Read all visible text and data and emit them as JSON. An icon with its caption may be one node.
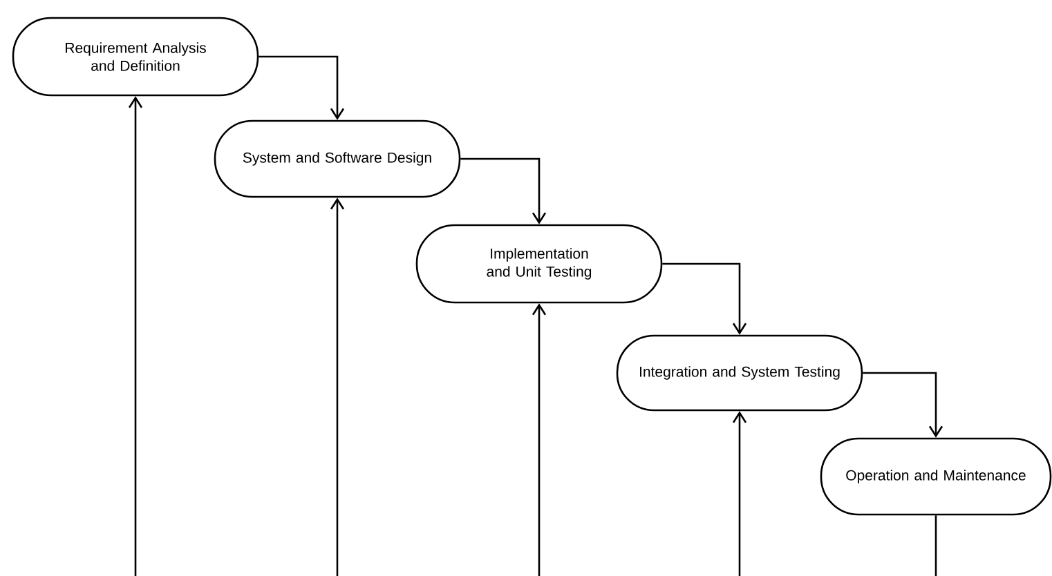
{
  "diagram": {
    "nodes": [
      {
        "text": [
          "Requirement Analysis and Definition"
        ]
      },
      {
        "text": [
          "System and Software Design"
        ]
      },
      {
        "text": [
          "Implementation and Unit Testing"
        ]
      },
      {
        "text": [
          "Integration and System Testing"
        ]
      },
      {
        "text": [
          "Operation and Maintenance"
        ]
      }
    ],
    "edges": [
      {
        "from": 0,
        "to": 1,
        "arrow": "to"
      },
      {
        "from": 1,
        "to": 2,
        "arrow": "to"
      },
      {
        "from": 2,
        "to": 3,
        "arrow": "to"
      },
      {
        "from": 3,
        "to": 4,
        "arrow": "to"
      },
      {
        "from": null,
        "to": 0,
        "arrow": "to"
      },
      {
        "from": null,
        "to": 1,
        "arrow": "to"
      },
      {
        "from": null,
        "to": 2,
        "arrow": "to"
      },
      {
        "from": null,
        "to": 3,
        "arrow": "to"
      },
      {
        "from": 4,
        "to": null,
        "arrow": "none"
      }
    ]
  }
}
